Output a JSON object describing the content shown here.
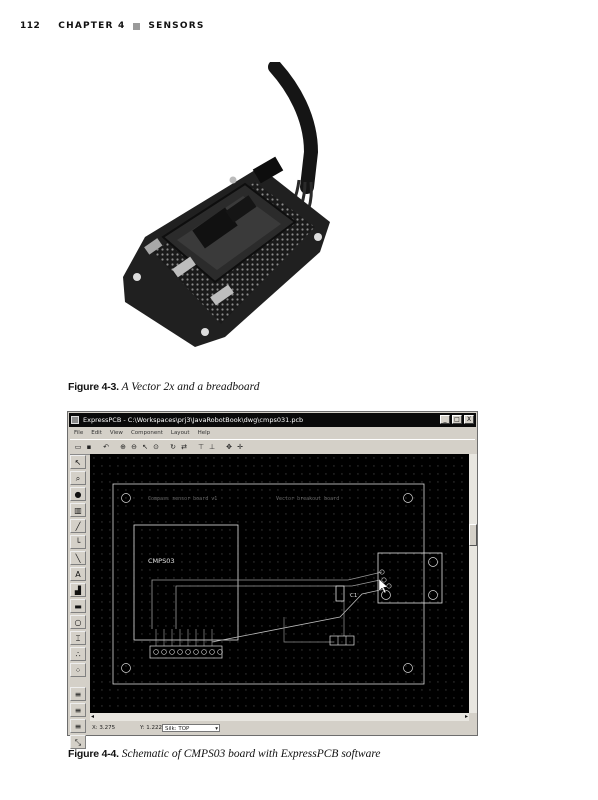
{
  "header": {
    "page_number": "112",
    "chapter": "CHAPTER 4",
    "section": "SENSORS"
  },
  "figure1": {
    "label": "Figure 4-3.",
    "caption": " A Vector 2x and a breadboard"
  },
  "figure2": {
    "label": "Figure 4-4.",
    "caption": " Schematic of CMPS03 board with ExpressPCB software"
  },
  "app": {
    "title": "ExpressPCB - C:\\Workspaces\\prj3\\JavaRobotBook\\dwg\\cmps031.pcb",
    "window_buttons": [
      "_",
      "□",
      "X"
    ],
    "menu": [
      "File",
      "Edit",
      "View",
      "Component",
      "Layout",
      "Help"
    ],
    "pcb_text": {
      "chip_label": "CMPS03",
      "cap_label": "C1",
      "silk_left": "Compass sensor board v1",
      "silk_right": "Vector breakout board"
    },
    "status": {
      "x": "X: 3.275",
      "y": "Y: 1.222",
      "layer": "Silk: TOP"
    }
  }
}
